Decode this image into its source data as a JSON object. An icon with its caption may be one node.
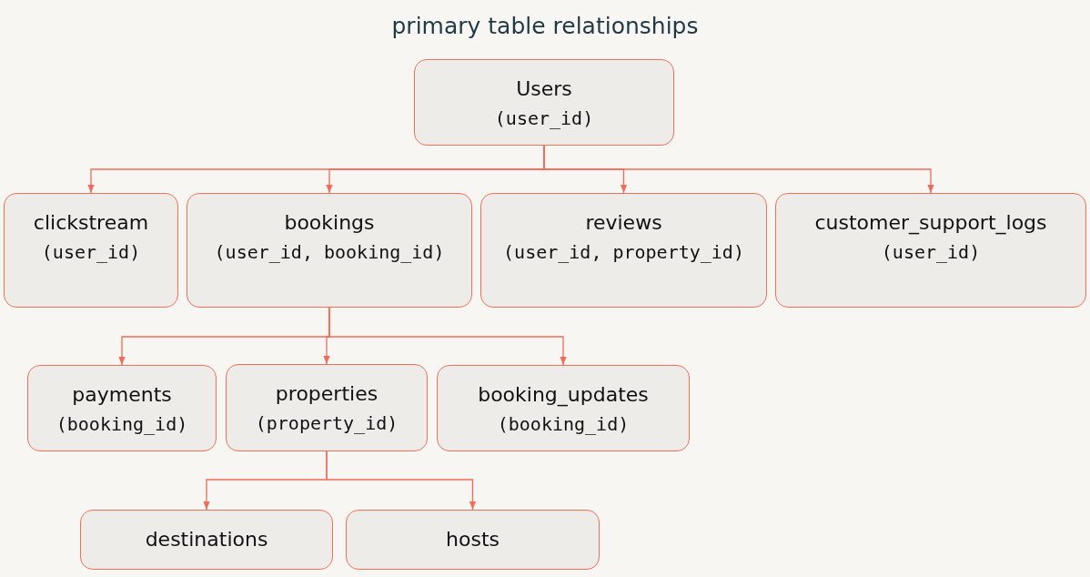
{
  "diagram": {
    "title": "primary table relationships",
    "nodes": [
      {
        "text": [
          "Users",
          "(user_id)"
        ]
      },
      {
        "text": [
          "clickstream",
          "(user_id)"
        ]
      },
      {
        "text": [
          "bookings",
          "(user_id, booking_id)"
        ]
      },
      {
        "text": [
          "reviews",
          "(user_id, property_id)"
        ]
      },
      {
        "text": [
          "customer_support_logs",
          "(user_id)"
        ]
      },
      {
        "text": [
          "payments",
          "(booking_id)"
        ]
      },
      {
        "text": [
          "properties",
          "(property_id)"
        ]
      },
      {
        "text": [
          "booking_updates",
          "(booking_id)"
        ]
      },
      {
        "text": [
          "destinations"
        ]
      },
      {
        "text": [
          "hosts"
        ]
      }
    ],
    "edges": [
      {
        "from": 0,
        "to": 1,
        "arrow": "to"
      },
      {
        "from": 0,
        "to": 2,
        "arrow": "to"
      },
      {
        "from": 0,
        "to": 3,
        "arrow": "to"
      },
      {
        "from": 0,
        "to": 4,
        "arrow": "to"
      },
      {
        "from": 2,
        "to": 5,
        "arrow": "to"
      },
      {
        "from": 2,
        "to": 6,
        "arrow": "to"
      },
      {
        "from": 2,
        "to": 7,
        "arrow": "to"
      },
      {
        "from": 6,
        "to": 8,
        "arrow": "to"
      },
      {
        "from": 6,
        "to": 9,
        "arrow": "to"
      }
    ]
  }
}
